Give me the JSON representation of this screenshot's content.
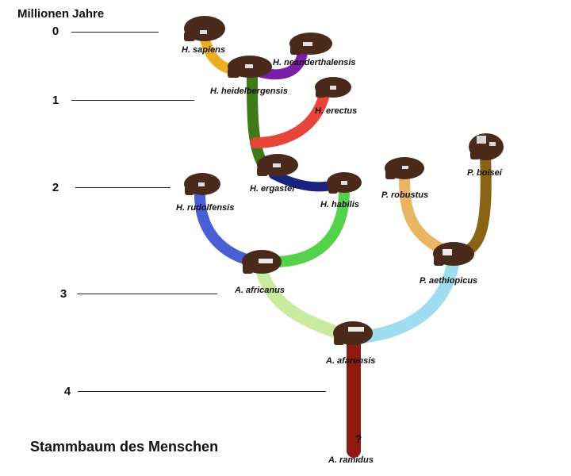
{
  "axis": {
    "title": "Millionen Jahre",
    "ticks": [
      {
        "label": "0"
      },
      {
        "label": "1"
      },
      {
        "label": "2"
      },
      {
        "label": "3"
      },
      {
        "label": "4"
      }
    ]
  },
  "caption": "Stammbaum des Menschen",
  "species": {
    "h_sapiens": "H. sapiens",
    "h_neanderthalensis": "H. neanderthalensis",
    "h_heidelbergensis": "H. heidelbergensis",
    "h_erectus": "H. erectus",
    "h_ergaster": "H. ergaster",
    "h_habilis": "H. habilis",
    "h_rudolfensis": "H. rudolfensis",
    "a_africanus": "A. africanus",
    "a_afarensis": "A. afarensis",
    "a_ramidus": "A. ramidus",
    "p_robustus": "P. robustus",
    "p_boisei": "P. boisei",
    "p_aethiopicus": "P. aethiopicus"
  },
  "unknown_mark": "?",
  "branch_colors": {
    "sapiens": "#e9b022",
    "neanderthalensis": "#7a1fa6",
    "heidelbergensis": "#3e7a18",
    "erectus": "#e8453a",
    "ergaster_habilis": "#1a237e",
    "habilis": "#55d24a",
    "rudolfensis": "#4a5fd6",
    "africanus": "#c8eba0",
    "aethiopicus": "#9fdcef",
    "robustus": "#e9b563",
    "boisei": "#8a6416",
    "afarensis": "#8e1a12"
  },
  "skull_color": "#4a2b1b"
}
